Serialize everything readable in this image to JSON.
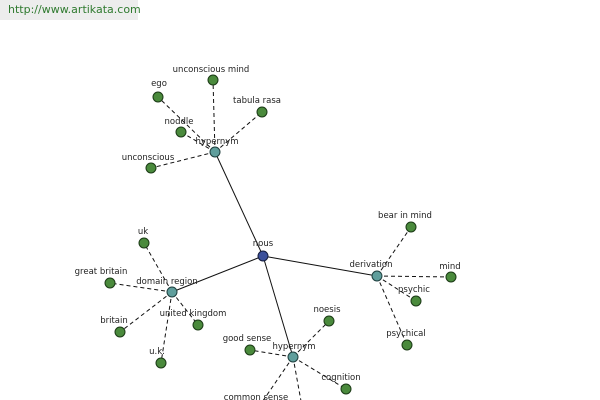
{
  "watermark": "http://www.artikata.com",
  "colors": {
    "leaf": "#4a8a3c",
    "hub": "#5f9e9c",
    "center": "#3a4f9a"
  },
  "nodes": [
    {
      "id": "nous",
      "label": "nous",
      "kind": "center"
    },
    {
      "id": "hyp1",
      "label": "hypernym",
      "kind": "hub"
    },
    {
      "id": "ego",
      "label": "ego",
      "kind": "leaf"
    },
    {
      "id": "umind",
      "label": "unconscious mind",
      "kind": "leaf"
    },
    {
      "id": "tabula",
      "label": "tabula rasa",
      "kind": "leaf"
    },
    {
      "id": "noddle",
      "label": "noddle",
      "kind": "leaf"
    },
    {
      "id": "uncon",
      "label": "unconscious",
      "kind": "leaf"
    },
    {
      "id": "der",
      "label": "derivation",
      "kind": "hub"
    },
    {
      "id": "bear",
      "label": "bear in mind",
      "kind": "leaf"
    },
    {
      "id": "mind",
      "label": "mind",
      "kind": "leaf"
    },
    {
      "id": "psychic",
      "label": "psychic",
      "kind": "leaf"
    },
    {
      "id": "psychical",
      "label": "psychical",
      "kind": "leaf"
    },
    {
      "id": "dom",
      "label": "domain region",
      "kind": "hub"
    },
    {
      "id": "uk",
      "label": "uk",
      "kind": "leaf"
    },
    {
      "id": "gb",
      "label": "great britain",
      "kind": "leaf"
    },
    {
      "id": "britain",
      "label": "britain",
      "kind": "leaf"
    },
    {
      "id": "ukd",
      "label": "united kingdom",
      "kind": "leaf"
    },
    {
      "id": "ukdot",
      "label": "u.k.",
      "kind": "leaf"
    },
    {
      "id": "hyp2",
      "label": "hypernym",
      "kind": "hub"
    },
    {
      "id": "noesis",
      "label": "noesis",
      "kind": "leaf"
    },
    {
      "id": "goodsense",
      "label": "good sense",
      "kind": "leaf"
    },
    {
      "id": "cognition",
      "label": "cognition",
      "kind": "leaf"
    },
    {
      "id": "common",
      "label": "common sense",
      "kind": "leaf"
    },
    {
      "id": "offscreen",
      "label": "",
      "kind": "leaf"
    }
  ],
  "edges": [
    {
      "from": "nous",
      "to": "hyp1",
      "style": "solid"
    },
    {
      "from": "nous",
      "to": "der",
      "style": "solid"
    },
    {
      "from": "nous",
      "to": "dom",
      "style": "solid"
    },
    {
      "from": "nous",
      "to": "hyp2",
      "style": "solid"
    },
    {
      "from": "hyp1",
      "to": "ego",
      "style": "dashed"
    },
    {
      "from": "hyp1",
      "to": "umind",
      "style": "dashed"
    },
    {
      "from": "hyp1",
      "to": "tabula",
      "style": "dashed"
    },
    {
      "from": "hyp1",
      "to": "noddle",
      "style": "dashed"
    },
    {
      "from": "hyp1",
      "to": "uncon",
      "style": "dashed"
    },
    {
      "from": "der",
      "to": "bear",
      "style": "dashed"
    },
    {
      "from": "der",
      "to": "mind",
      "style": "dashed"
    },
    {
      "from": "der",
      "to": "psychic",
      "style": "dashed"
    },
    {
      "from": "der",
      "to": "psychical",
      "style": "dashed"
    },
    {
      "from": "dom",
      "to": "uk",
      "style": "dashed"
    },
    {
      "from": "dom",
      "to": "gb",
      "style": "dashed"
    },
    {
      "from": "dom",
      "to": "britain",
      "style": "dashed"
    },
    {
      "from": "dom",
      "to": "ukd",
      "style": "dashed"
    },
    {
      "from": "dom",
      "to": "ukdot",
      "style": "dashed"
    },
    {
      "from": "hyp2",
      "to": "noesis",
      "style": "dashed"
    },
    {
      "from": "hyp2",
      "to": "goodsense",
      "style": "dashed"
    },
    {
      "from": "hyp2",
      "to": "cognition",
      "style": "dashed"
    },
    {
      "from": "hyp2",
      "to": "common",
      "style": "dashed"
    },
    {
      "from": "hyp2",
      "to": "offscreen",
      "style": "dashed"
    }
  ]
}
